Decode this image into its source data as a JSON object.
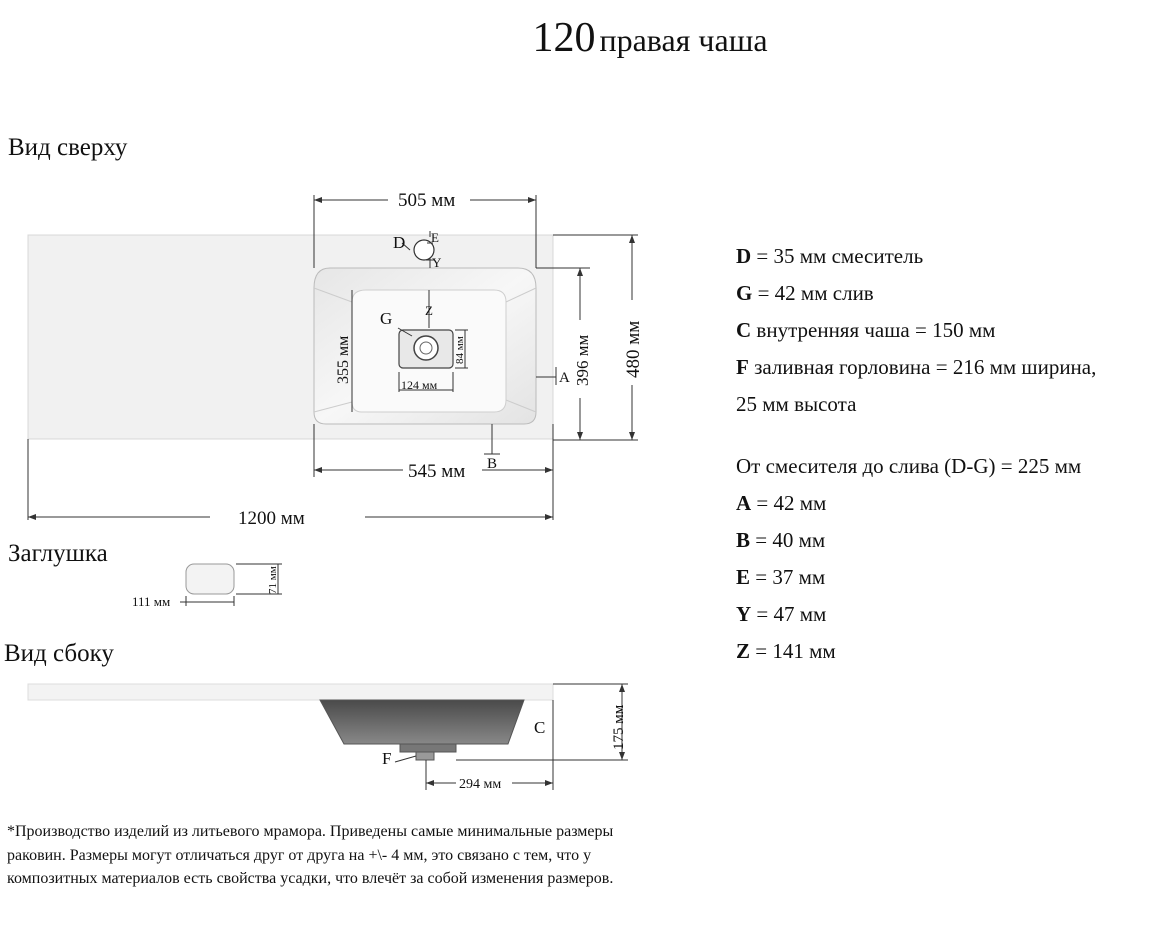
{
  "title": {
    "number": "120",
    "text": "правая чаша"
  },
  "views": {
    "top": "Вид сверху",
    "plug": "Заглушка",
    "side": "Вид сбоку"
  },
  "dims": {
    "top_width": "505 мм",
    "inner_width": "545 мм",
    "total_width": "1200 мм",
    "depth": "480 мм",
    "bowl_depth": "396 мм",
    "inner_depth": "355 мм",
    "drain_w": "124 мм",
    "drain_h": "84 мм",
    "plug_w": "111 мм",
    "plug_h": "71 мм",
    "side_h": "175 мм",
    "side_w": "294 мм"
  },
  "markers": {
    "D": "D",
    "E": "E",
    "Y": "Y",
    "Z": "Z",
    "G": "G",
    "A": "A",
    "B": "B",
    "C": "C",
    "F": "F"
  },
  "specs": [
    {
      "key": "D",
      "text": " = 35 мм смеситель"
    },
    {
      "key": "G",
      "text": " = 42 мм слив"
    },
    {
      "key": "C",
      "text": " внутренняя чаша = 150 мм"
    },
    {
      "key": "F",
      "text": " заливная горловина = 216 мм ширина,"
    },
    {
      "key": "",
      "text": "25 мм высота"
    },
    {
      "key": "",
      "text": "От смесителя до слива (D-G) = 225 мм"
    },
    {
      "key": "A",
      "text": " = 42 мм"
    },
    {
      "key": "B",
      "text": " = 40 мм"
    },
    {
      "key": "E",
      "text": " = 37 мм"
    },
    {
      "key": "Y",
      "text": " = 47 мм"
    },
    {
      "key": "Z",
      "text": " = 141 мм"
    }
  ],
  "note": "*Производство изделий из литьевого мрамора. Приведены самые минимальные размеры раковин. Размеры могут отличаться друг от друга на +\\- 4 мм, это связано с тем, что у композитных материалов есть свойства усадки, что влечёт за собой изменения размеров."
}
